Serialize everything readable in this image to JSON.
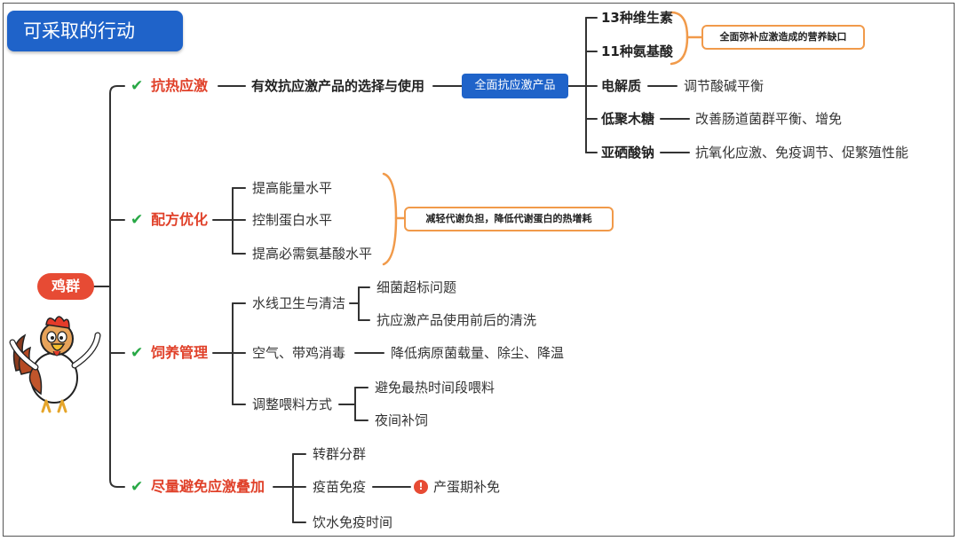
{
  "title": "可采取的行动",
  "root": "鸡群",
  "branches": [
    {
      "label": "抗热应激",
      "children": [
        {
          "label": "有效抗应激产品的选择与使用",
          "product": "全面抗应激产品",
          "items": [
            {
              "name": "13种维生素",
              "desc": ""
            },
            {
              "name": "11种氨基酸",
              "desc": ""
            },
            {
              "name": "电解质",
              "desc": "调节酸碱平衡"
            },
            {
              "name": "低聚木糖",
              "desc": "改善肠道菌群平衡、增免"
            },
            {
              "name": "亚硒酸钠",
              "desc": "抗氧化应激、免疫调节、促繁殖性能"
            }
          ],
          "note": "全面弥补应激造成的营养缺口"
        }
      ]
    },
    {
      "label": "配方优化",
      "children": [
        "提高能量水平",
        "控制蛋白水平",
        "提高必需氨基酸水平"
      ],
      "note": "减轻代谢负担，降低代谢蛋白的热增耗"
    },
    {
      "label": "饲养管理",
      "children": [
        {
          "label": "水线卫生与清洁",
          "children": [
            "细菌超标问题",
            "抗应激产品使用前后的清洗"
          ]
        },
        {
          "label": "空气、带鸡消毒",
          "children": [
            "降低病原菌载量、除尘、降温"
          ]
        },
        {
          "label": "调整喂料方式",
          "children": [
            "避免最热时间段喂料",
            "夜间补饲"
          ]
        }
      ]
    },
    {
      "label": "尽量避免应激叠加",
      "children": [
        {
          "label": "转群分群"
        },
        {
          "label": "疫苗免疫",
          "note": "产蛋期补免"
        },
        {
          "label": "饮水免疫时间"
        }
      ]
    }
  ],
  "colors": {
    "title_bg": "#1f63c9",
    "root_bg": "#e74b34",
    "branch_text": "#e0412a",
    "check": "#27a845",
    "note_border": "#f19a4a"
  },
  "icons": {
    "check": "check-icon",
    "warning": "warning-icon",
    "mascot": "rooster-mascot"
  }
}
